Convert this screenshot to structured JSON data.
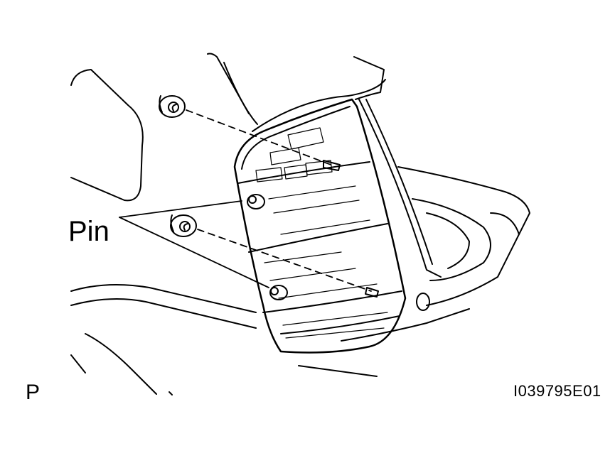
{
  "diagram": {
    "callout_label": "Pin",
    "corner_letter": "P",
    "figure_id": "I039795E01",
    "line_color": "#000000",
    "background_color": "#ffffff",
    "parts": [
      "tail-lamp-assembly",
      "pin-clip-upper",
      "pin-clip-lower",
      "vehicle-body-panel"
    ]
  }
}
